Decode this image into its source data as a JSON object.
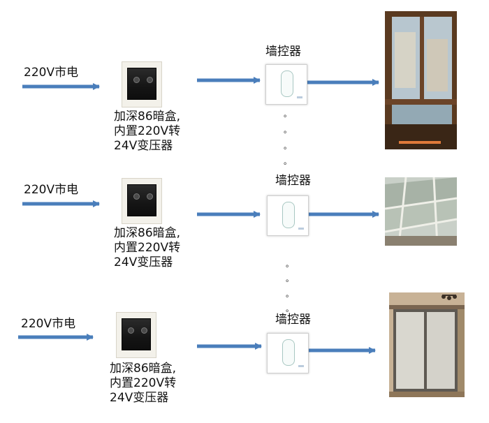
{
  "rows": [
    {
      "power_label": "220V市电",
      "box_label_lines": [
        "加深86暗盒,",
        "内置220V转",
        "24V变压器"
      ],
      "controller_label": "墙控器",
      "scene": "window"
    },
    {
      "power_label": "220V市电",
      "box_label_lines": [
        "加深86暗盒,",
        "内置220V转",
        "24V变压器"
      ],
      "controller_label": "墙控器",
      "scene": "skylight"
    },
    {
      "power_label": "220V市电",
      "box_label_lines": [
        "加深86暗盒,",
        "内置220V转",
        "24V变压器"
      ],
      "controller_label": "墙控器",
      "scene": "room-window"
    }
  ],
  "dots": [
    "。",
    "。",
    "。",
    "。"
  ],
  "colors": {
    "arrow": "#4a7ebb",
    "arrow_border": "#3a6aa5"
  }
}
